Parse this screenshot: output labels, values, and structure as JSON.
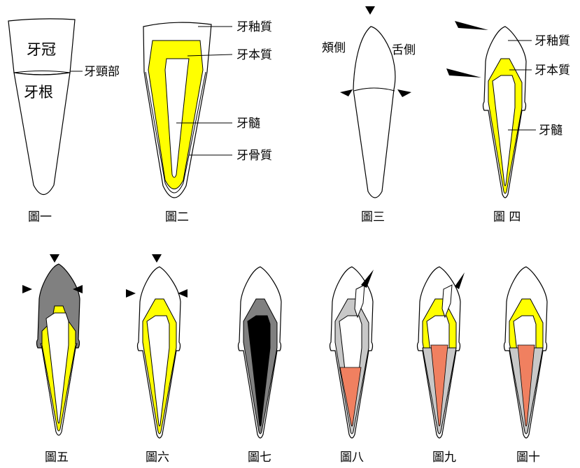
{
  "colors": {
    "dentin": "#ffff00",
    "enamel": "#ffffff",
    "gray_dark": "#808080",
    "gray_light": "#c8c8c8",
    "black": "#000000",
    "orange": "#f08060"
  },
  "fig1": {
    "crown": "牙冠",
    "root": "牙根",
    "neck": "牙頸部",
    "caption": "圖一"
  },
  "fig2": {
    "enamel": "牙釉質",
    "dentin": "牙本質",
    "pulp": "牙髓",
    "cementum": "牙骨質",
    "caption": "圖二"
  },
  "fig3": {
    "buccal": "頰側",
    "lingual": "舌側",
    "caption": "圖三"
  },
  "fig4": {
    "enamel": "牙釉質",
    "dentin": "牙本質",
    "pulp": "牙髓",
    "caption": "圖 四"
  },
  "fig5": {
    "caption": "圖五"
  },
  "fig6": {
    "caption": "圖六"
  },
  "fig7": {
    "caption": "圖七"
  },
  "fig8": {
    "caption": "圖八"
  },
  "fig9": {
    "caption": "圖九"
  },
  "fig10": {
    "caption": "圖十"
  }
}
